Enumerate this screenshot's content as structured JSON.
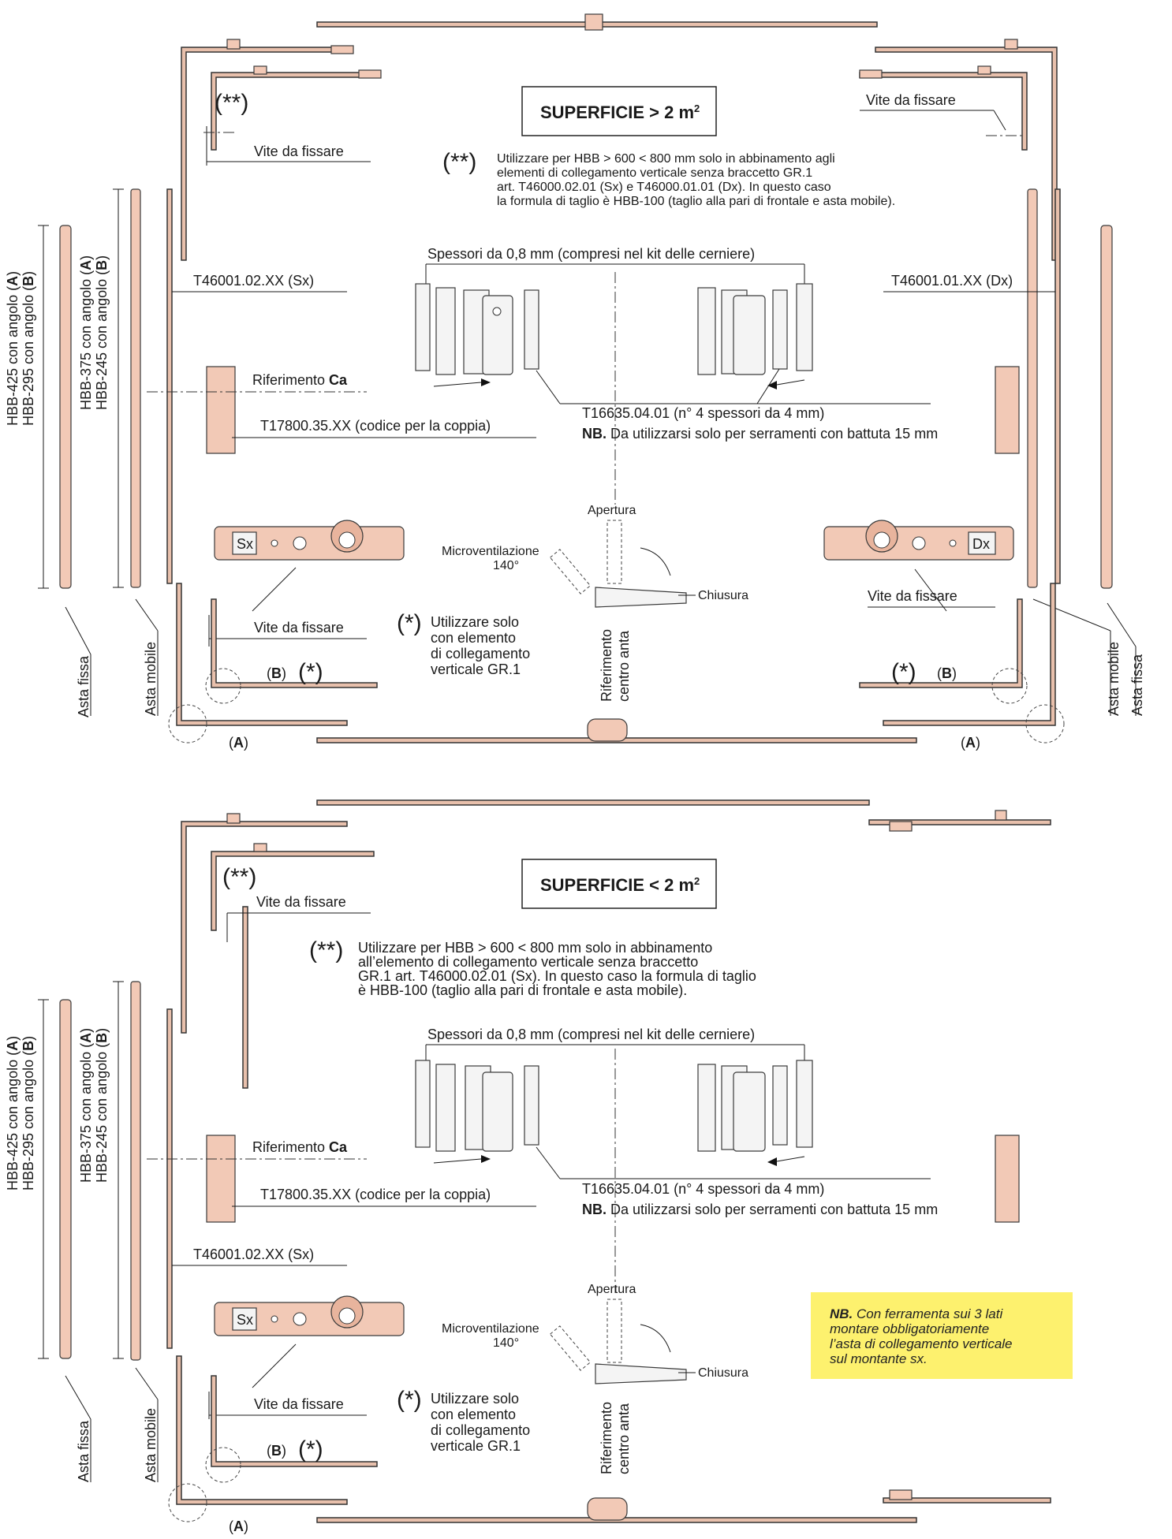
{
  "top": {
    "title": "SUPERFICIE > 2 m",
    "title_sup": "2",
    "double_star": "(**)",
    "note_double_star": [
      "Utilizzare per HBB > 600 < 800 mm solo in abbinamento agli",
      "elementi di collegamento verticale senza braccetto GR.1",
      "art. T46000.02.01 (Sx) e T46000.01.01 (Dx). In questo caso",
      "la formula di taglio è HBB-100 (taglio alla pari di frontale e asta mobile)."
    ],
    "vite_da_fissare": "Vite da fissare",
    "left_code": "T46001.02.XX (Sx)",
    "right_code": "T46001.01.XX (Dx)",
    "spessori": "Spessori da 0,8 mm (compresi nel kit delle cerniere)",
    "riferimento": "Riferimento",
    "riferimento_bold": "Ca",
    "coppia": "T17800.35.XX (codice per la coppia)",
    "spessori4": "T16635.04.01 (n° 4 spessori da 4 mm)",
    "nb_label": "NB.",
    "nb_text": "Da utilizzarsi solo per serramenti con battuta 15 mm",
    "hbb_425": "HBB-425 con angolo (A)",
    "hbb_295": "HBB-295 con angolo (B)",
    "hbb_375": "HBB-375 con angolo (A)",
    "hbb_245": "HBB-245 con angolo (B)",
    "asta_fissa": "Asta fissa",
    "asta_mobile": "Asta mobile",
    "sx": "Sx",
    "dx": "Dx",
    "apertura": "Apertura",
    "microventilazione": "Microventilazione",
    "deg": "140°",
    "chiusura": "Chiusura",
    "star": "(*)",
    "star_note": [
      "Utilizzare solo",
      "con elemento",
      "di collegamento",
      "verticale GR.1"
    ],
    "riferimento_centro": "Riferimento",
    "centro_anta": "centro anta",
    "b_label": "(B)",
    "a_label": "(A)"
  },
  "bottom": {
    "title": "SUPERFICIE < 2 m",
    "title_sup": "2",
    "double_star": "(**)",
    "note_double_star": [
      "Utilizzare per HBB > 600 < 800 mm solo in abbinamento",
      "all’elemento di collegamento verticale senza braccetto",
      "GR.1 art. T46000.02.01 (Sx). In questo caso la formula di taglio",
      "è HBB-100 (taglio alla pari di frontale e asta mobile)."
    ],
    "vite_da_fissare": "Vite da fissare",
    "left_code": "T46001.02.XX (Sx)",
    "spessori": "Spessori da 0,8 mm (compresi nel kit delle cerniere)",
    "riferimento": "Riferimento",
    "riferimento_bold": "Ca",
    "coppia": "T17800.35.XX (codice per la coppia)",
    "spessori4": "T16635.04.01 (n° 4 spessori da 4 mm)",
    "nb_label": "NB.",
    "nb_text": "Da utilizzarsi solo per serramenti con battuta 15 mm",
    "hbb_425": "HBB-425 con angolo (A)",
    "hbb_295": "HBB-295 con angolo (B)",
    "hbb_375": "HBB-375 con angolo (A)",
    "hbb_245": "HBB-245 con angolo (B)",
    "asta_fissa": "Asta fissa",
    "asta_mobile": "Asta mobile",
    "sx": "Sx",
    "apertura": "Apertura",
    "microventilazione": "Microventilazione",
    "deg": "140°",
    "chiusura": "Chiusura",
    "star": "(*)",
    "star_note": [
      "Utilizzare solo",
      "con elemento",
      "di collegamento",
      "verticale GR.1"
    ],
    "riferimento_centro": "Riferimento",
    "centro_anta": "centro anta",
    "b_label": "(B)",
    "a_label": "(A)",
    "yellow_note_bold": "NB.",
    "yellow_note": [
      "Con ferramenta sui 3 lati",
      "montare obbligatoriamente",
      "l’asta di collegamento verticale",
      "sul montante sx."
    ]
  },
  "colors": {
    "part_fill": "#f2c9b6",
    "note_fill": "#fdf16e"
  }
}
